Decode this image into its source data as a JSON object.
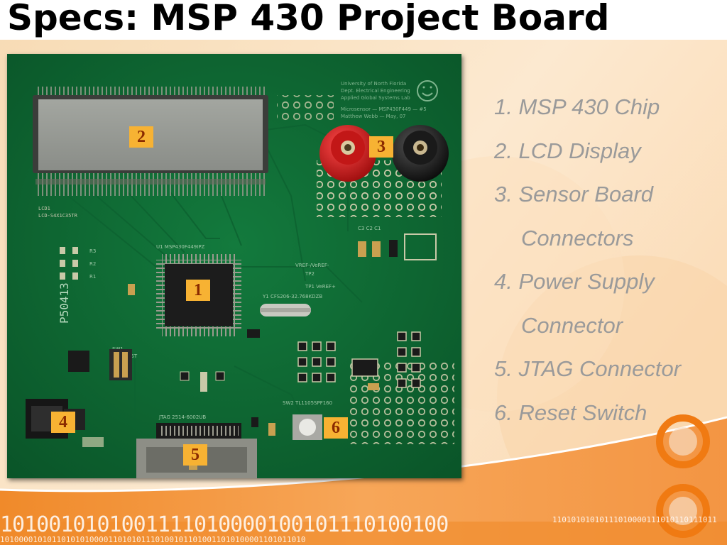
{
  "slide": {
    "title": "Specs: MSP 430 Project Board"
  },
  "board": {
    "markers": [
      "1",
      "2",
      "3",
      "4",
      "5",
      "6"
    ]
  },
  "components": [
    {
      "label": "1. MSP 430 Chip"
    },
    {
      "label": "2. LCD Display"
    },
    {
      "label": "3. Sensor Board",
      "continuation": "Connectors"
    },
    {
      "label": "4. Power Supply",
      "continuation": "Connector"
    },
    {
      "label": "5. JTAG Connector"
    },
    {
      "label": "6. Reset Switch"
    }
  ],
  "decor": {
    "binary_big": "1010010101001111010000100101110100100",
    "binary_small_1": "11010101010111010000111010110111011",
    "binary_small_2": "10100001010110101010000110101011101001011010011010100001101011010"
  },
  "colors": {
    "accent_orange": "#f07a12",
    "board_green": "#0f6b35",
    "text_gray": "#9a9a9a",
    "marker_fill": "#f7b233"
  }
}
